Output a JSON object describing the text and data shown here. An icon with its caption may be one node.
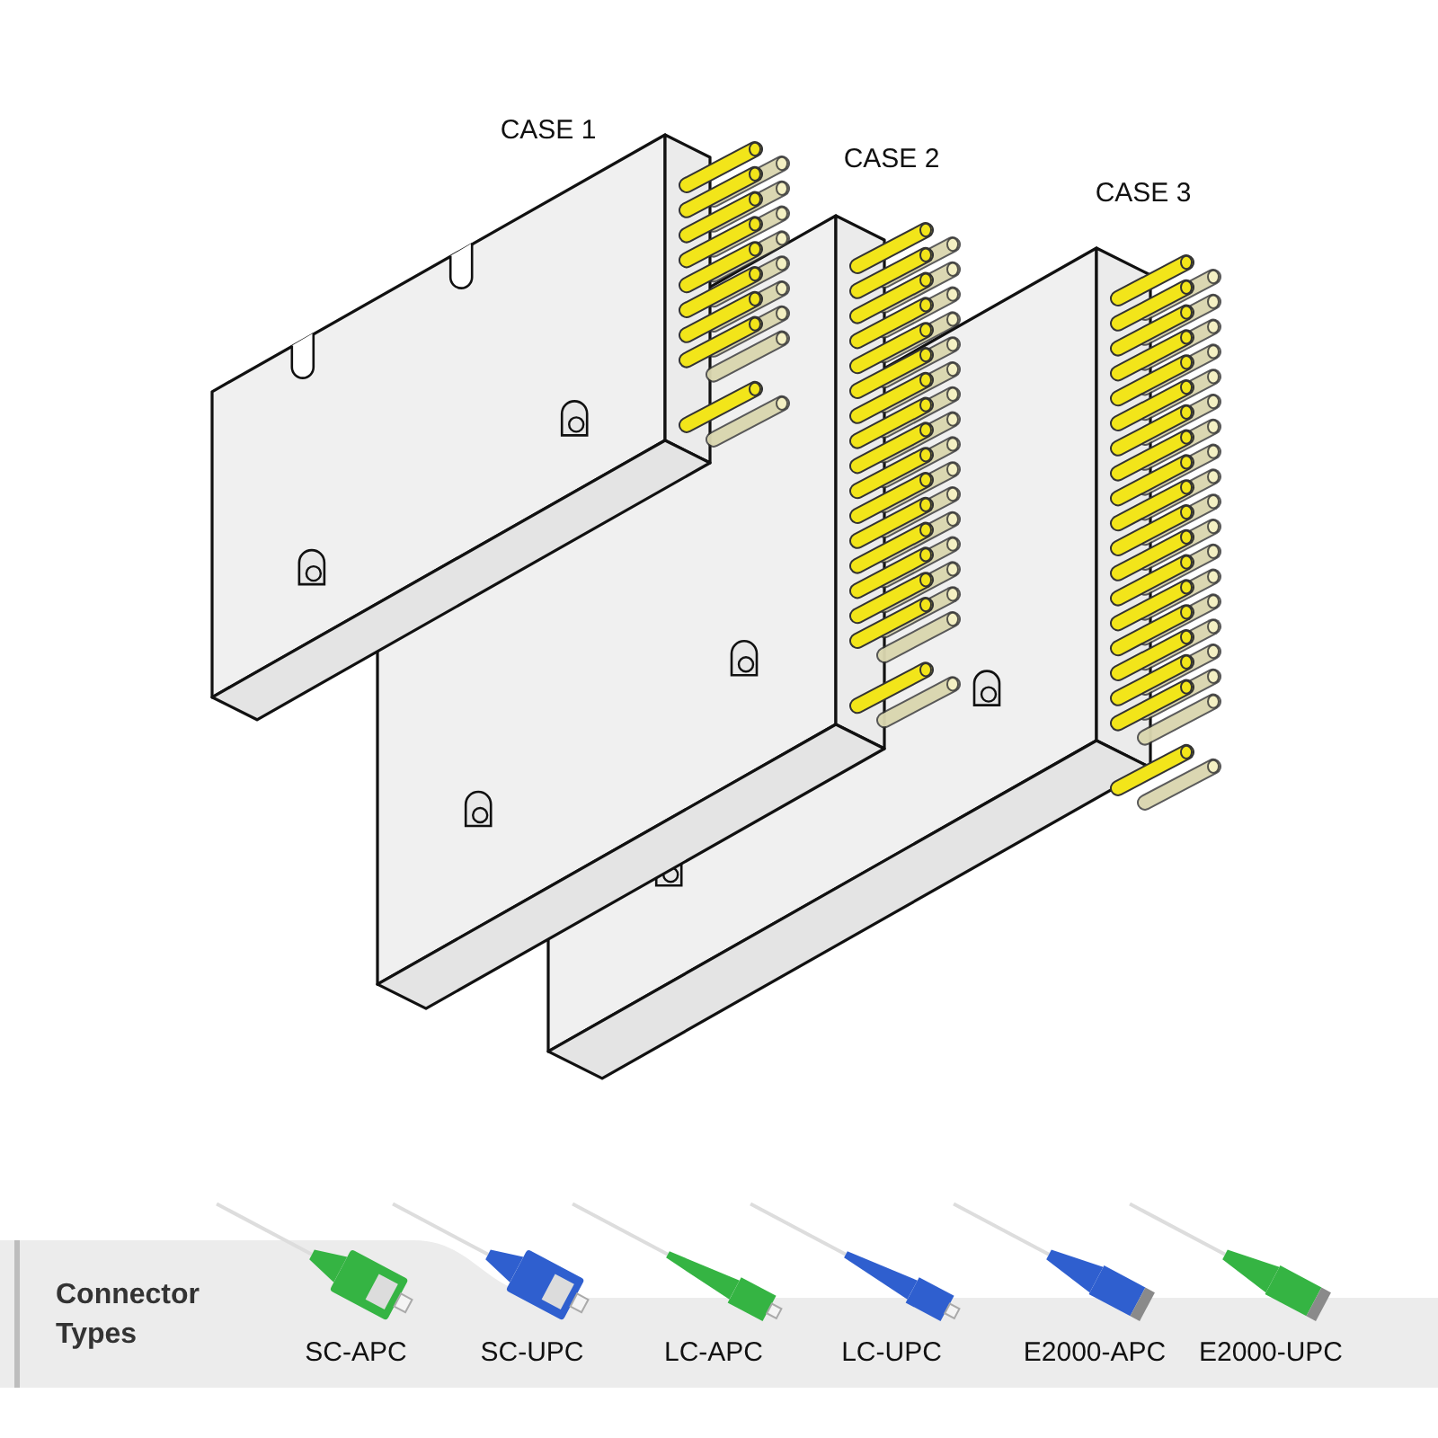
{
  "diagram": {
    "labels": [
      "CASE 1",
      "CASE 2",
      "CASE 3",
      "Connector Types",
      "SC-APC",
      "SC-UPC",
      "LC-APC",
      "LC-UPC",
      "E2000-APC",
      "E2000-UPC"
    ]
  }
}
